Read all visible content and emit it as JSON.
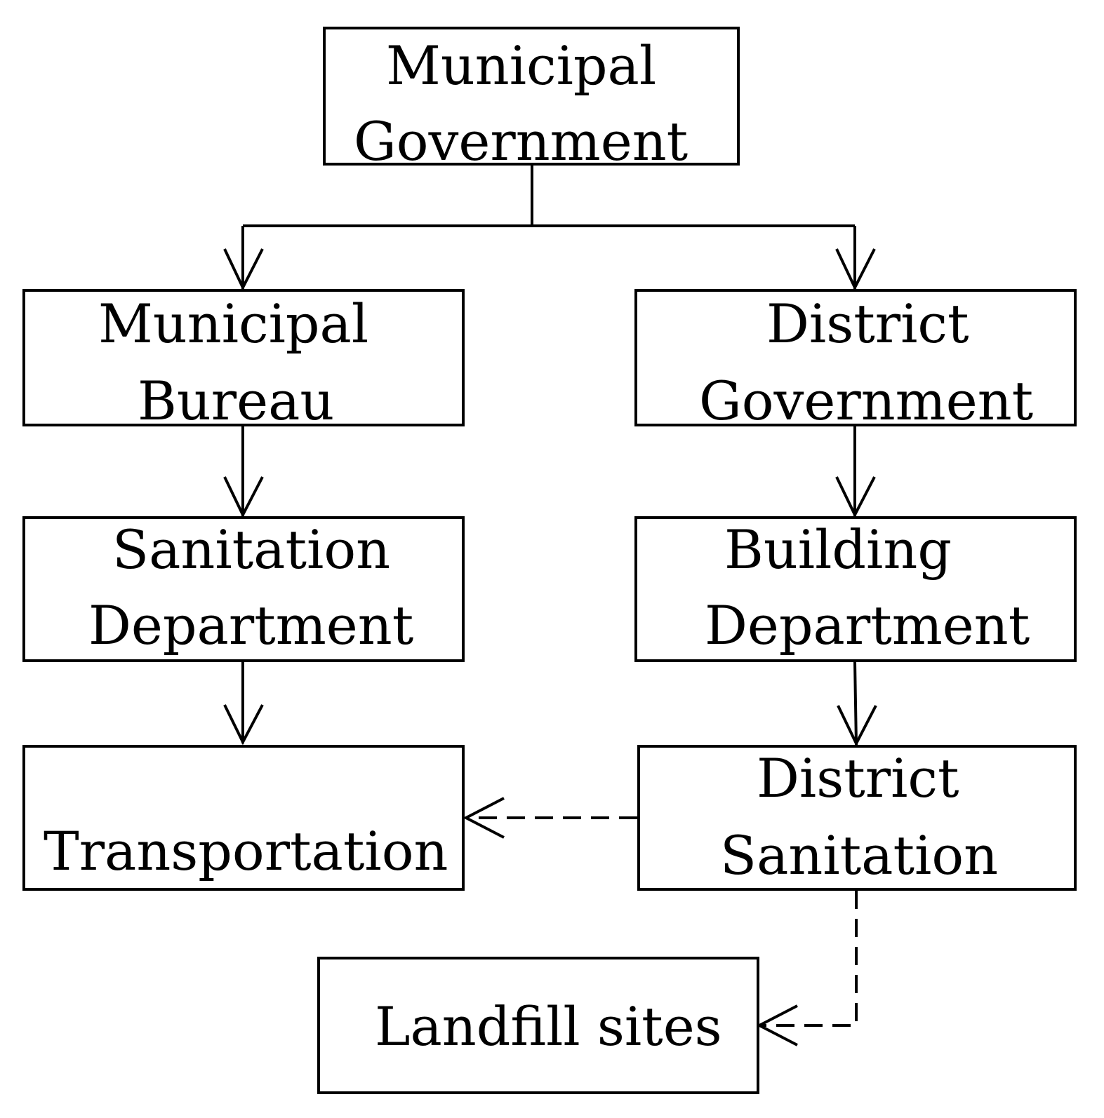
{
  "diagram": {
    "nodes": {
      "municipal_government": {
        "lines": [
          "Municipal",
          "Government"
        ]
      },
      "municipal_bureau": {
        "lines": [
          "Municipal",
          "Bureau"
        ]
      },
      "district_government": {
        "lines": [
          "District",
          "Government"
        ]
      },
      "sanitation_department": {
        "lines": [
          "Sanitation",
          "Department"
        ]
      },
      "building_department": {
        "lines": [
          "Building",
          "Department"
        ]
      },
      "transportation": {
        "lines": [
          "Transportation"
        ]
      },
      "district_sanitation": {
        "lines": [
          "District",
          "Sanitation"
        ]
      },
      "landfill_sites": {
        "lines": [
          "Landfill sites"
        ]
      }
    },
    "edges": [
      {
        "from": "municipal_government",
        "to": "municipal_bureau",
        "style": "solid"
      },
      {
        "from": "municipal_government",
        "to": "district_government",
        "style": "solid"
      },
      {
        "from": "municipal_bureau",
        "to": "sanitation_department",
        "style": "solid"
      },
      {
        "from": "district_government",
        "to": "building_department",
        "style": "solid"
      },
      {
        "from": "sanitation_department",
        "to": "transportation",
        "style": "solid"
      },
      {
        "from": "building_department",
        "to": "district_sanitation",
        "style": "solid"
      },
      {
        "from": "district_sanitation",
        "to": "transportation",
        "style": "dashed"
      },
      {
        "from": "district_sanitation",
        "to": "landfill_sites",
        "style": "dashed"
      }
    ],
    "colors": {
      "stroke": "#000000",
      "background": "#ffffff"
    }
  }
}
